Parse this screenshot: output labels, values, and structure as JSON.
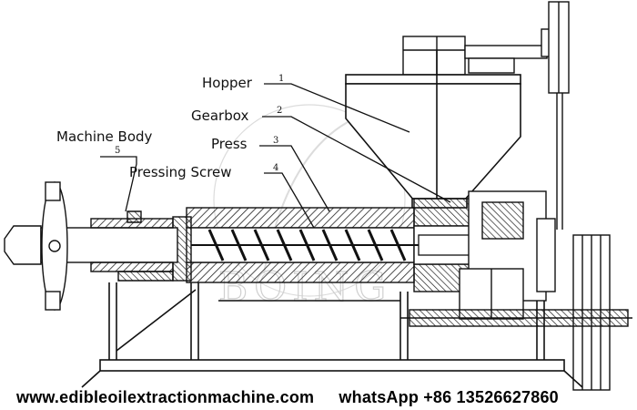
{
  "labels": [
    {
      "num": "1",
      "text": "Hopper"
    },
    {
      "num": "2",
      "text": "Gearbox"
    },
    {
      "num": "3",
      "text": "Press"
    },
    {
      "num": "4",
      "text": "Pressing Screw"
    },
    {
      "num": "5",
      "text": "Machine Body"
    }
  ],
  "footer": {
    "website": "www.edibleoilextractionmachine.com",
    "whatsapp": "whatsApp +86 13526627860"
  },
  "watermark": "BOING"
}
